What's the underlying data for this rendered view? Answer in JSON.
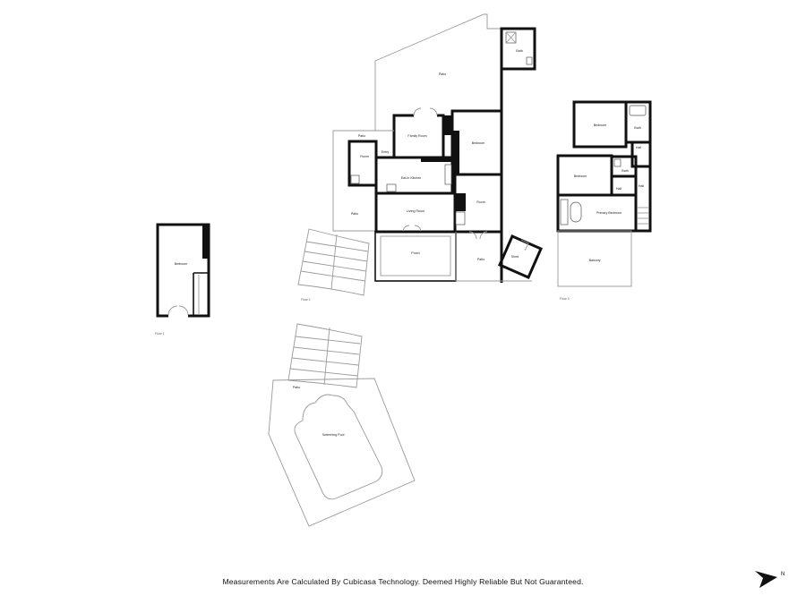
{
  "floors": {
    "floor1": "Floor 1",
    "floor2": "Floor 2",
    "floor3": "Floor 3"
  },
  "rooms": {
    "bedroom_floor1": "Bedroom",
    "bath_top": "Bath",
    "patio_top": "Patio",
    "family_room": "Family Room",
    "bedroom_main": "Bedroom",
    "patio_small": "Patio",
    "room_small": "Room",
    "entry": "Entry",
    "eat_in_kitchen": "Eat-in Kitchen",
    "patio_left": "Patio",
    "living_room": "Living Room",
    "room_right": "Room",
    "porch": "Porch",
    "patio_lower_right": "Patio",
    "shed": "Shed",
    "patio_pool": "Patio",
    "swimming_pool": "Swimming Pool",
    "bedroom_f3_top": "Bedroom",
    "bath_f3_top": "Bath",
    "hall_f3_top": "Hall",
    "bedroom_f3_left": "Bedroom",
    "bath_f3_mid": "Bath",
    "hall_f3_mid": "Hall",
    "primary_bedroom": "Primary Bedroom",
    "hall_f3_right": "Hall",
    "balcony": "Balcony"
  },
  "disclaimer": "Measurements Are Calculated By Cubicasa Technology. Deemed Highly Reliable But Not Guaranteed.",
  "compass": {
    "icon": "north-arrow-icon",
    "label": "N"
  }
}
